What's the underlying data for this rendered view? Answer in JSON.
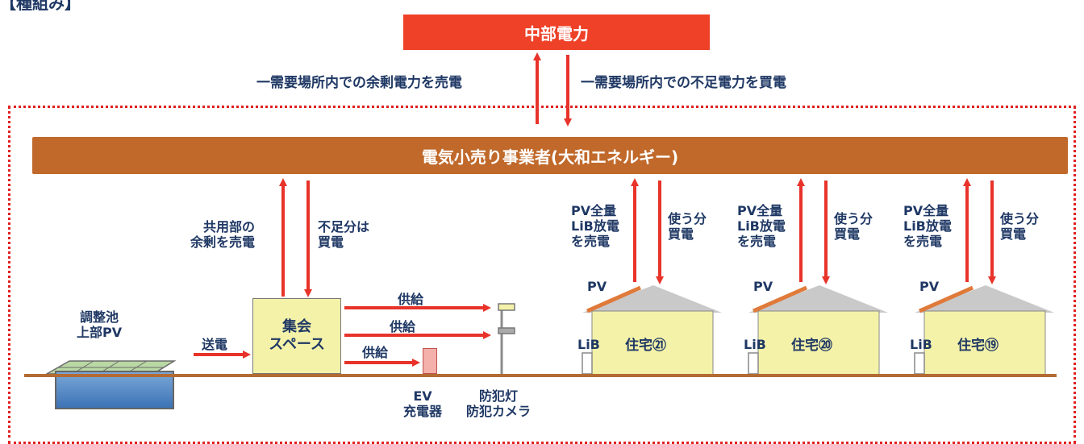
{
  "corner_label": "【種組み】",
  "utility": "中部電力",
  "sell_surplus": "一需要場所内での余剰電力を売電",
  "buy_shortage": "一需要場所内での不足電力を買電",
  "retailer": "電気小売り事業者(大和エネルギー)",
  "common": {
    "sell_label": "共用部の\n余剰を売電",
    "buy_label": "不足分は\n買電",
    "building": "集会\nスペース"
  },
  "pv_pond": {
    "label": "調整池\n上部PV",
    "send": "送電"
  },
  "supply": [
    "供給",
    "供給",
    "供給"
  ],
  "ev_label": "EV\n充電器",
  "light_label": "防犯灯\n防犯カメラ",
  "houses": [
    {
      "sell": "PV全量\nLiB放電\nを売電",
      "buy": "使う分\n買電",
      "pv": "PV",
      "lib": "LiB",
      "name": "住宅㉑"
    },
    {
      "sell": "PV全量\nLiB放電\nを売電",
      "buy": "使う分\n買電",
      "pv": "PV",
      "lib": "LiB",
      "name": "住宅⑳"
    },
    {
      "sell": "PV全量\nLiB放電\nを売電",
      "buy": "使う分\n買電",
      "pv": "PV",
      "lib": "LiB",
      "name": "住宅⑲"
    }
  ],
  "colors": {
    "utility": "#ee4128",
    "retailer": "#c0692b",
    "arrow": "#e8332a",
    "house": "#f4f2a9",
    "text": "#1f3864"
  }
}
